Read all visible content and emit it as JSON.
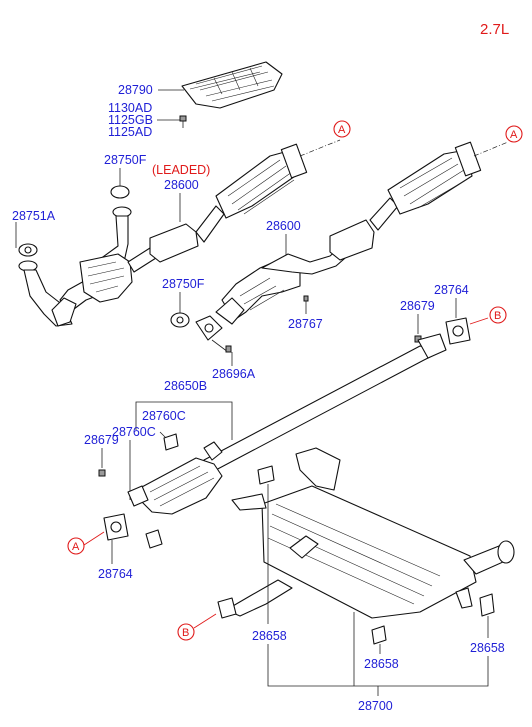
{
  "title": "2.7L",
  "labels": {
    "p28790": "28790",
    "p1130AD": "1130AD",
    "p1125GB": "1125GB",
    "p1125AD": "1125AD",
    "p28750F_top": "28750F",
    "leaded": "(LEADED)",
    "p28600_leaded": "28600",
    "p28751A": "28751A",
    "p28600": "28600",
    "p28750F_mid": "28750F",
    "p28767": "28767",
    "p28696A": "28696A",
    "p28679_right": "28679",
    "p28764_right": "28764",
    "p28650B": "28650B",
    "p28760C_1": "28760C",
    "p28760C_2": "28760C",
    "p28679_left": "28679",
    "p28764_left": "28764",
    "p28658_a": "28658",
    "p28658_b": "28658",
    "p28658_c": "28658",
    "p28700": "28700"
  },
  "refs": {
    "a": "A",
    "b": "B"
  },
  "colors": {
    "label": "#1f1fd6",
    "reference": "#e01a1a",
    "line": "#111111"
  }
}
